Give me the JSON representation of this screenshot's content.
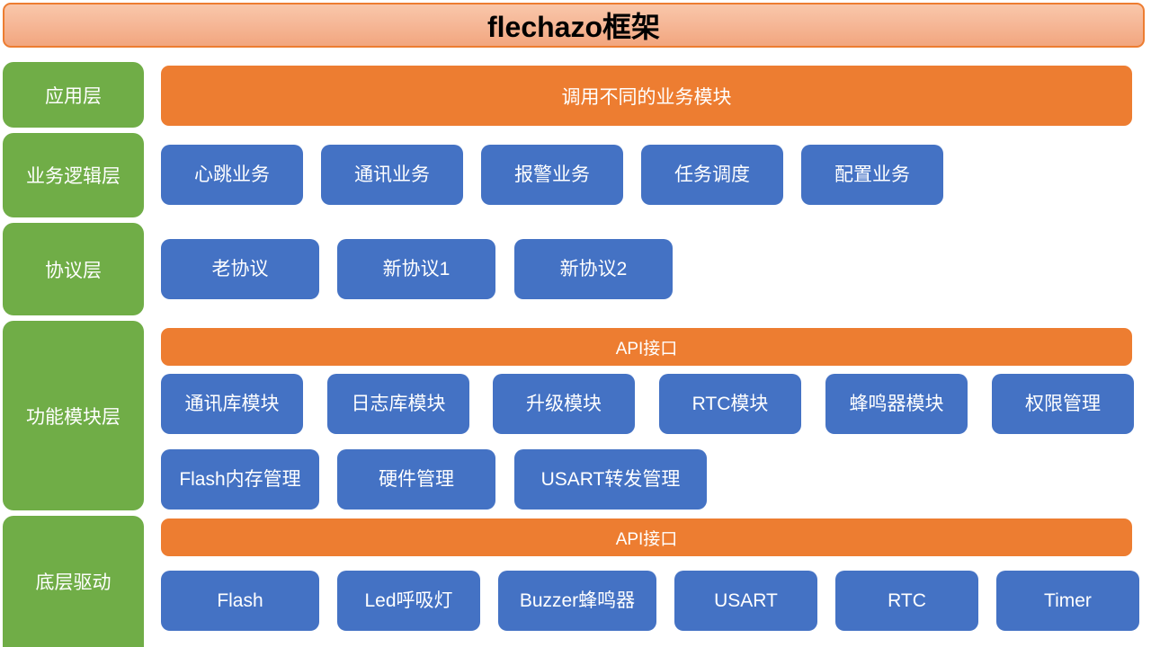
{
  "diagram": {
    "title": "flechazo框架",
    "colors": {
      "title_fill_top": "#F9C7AA",
      "title_fill_bottom": "#F2A67F",
      "title_border": "#ED7D31",
      "layer_green": "#70AD47",
      "api_orange": "#ED7D31",
      "module_blue": "#4472C4",
      "text_white": "#FFFFFF",
      "text_black": "#000000",
      "background": "#FFFFFF"
    }
  },
  "layers": [
    {
      "id": "application",
      "label": "应用层"
    },
    {
      "id": "business",
      "label": "业务逻辑层"
    },
    {
      "id": "protocol",
      "label": "协议层"
    },
    {
      "id": "function",
      "label": "功能模块层"
    },
    {
      "id": "driver",
      "label": "底层驱动"
    }
  ],
  "application_layer": {
    "bar_label": "调用不同的业务模块"
  },
  "business_layer": {
    "modules": [
      {
        "label": "心跳业务"
      },
      {
        "label": "通讯业务"
      },
      {
        "label": "报警业务"
      },
      {
        "label": "任务调度"
      },
      {
        "label": "配置业务"
      }
    ]
  },
  "protocol_layer": {
    "modules": [
      {
        "label": "老协议"
      },
      {
        "label": "新协议1"
      },
      {
        "label": "新协议2"
      }
    ]
  },
  "function_layer": {
    "api_label": "API接口",
    "row1": [
      {
        "label": "通讯库模块"
      },
      {
        "label": "日志库模块"
      },
      {
        "label": "升级模块"
      },
      {
        "label": "RTC模块"
      },
      {
        "label": "蜂鸣器模块"
      },
      {
        "label": "权限管理"
      }
    ],
    "row2": [
      {
        "label": "Flash内存管理"
      },
      {
        "label": "硬件管理"
      },
      {
        "label": "USART转发管理"
      }
    ]
  },
  "driver_layer": {
    "api_label": "API接口",
    "modules": [
      {
        "label": "Flash"
      },
      {
        "label": "Led呼吸灯"
      },
      {
        "label": "Buzzer蜂鸣器"
      },
      {
        "label": "USART"
      },
      {
        "label": "RTC"
      },
      {
        "label": "Timer"
      }
    ]
  }
}
